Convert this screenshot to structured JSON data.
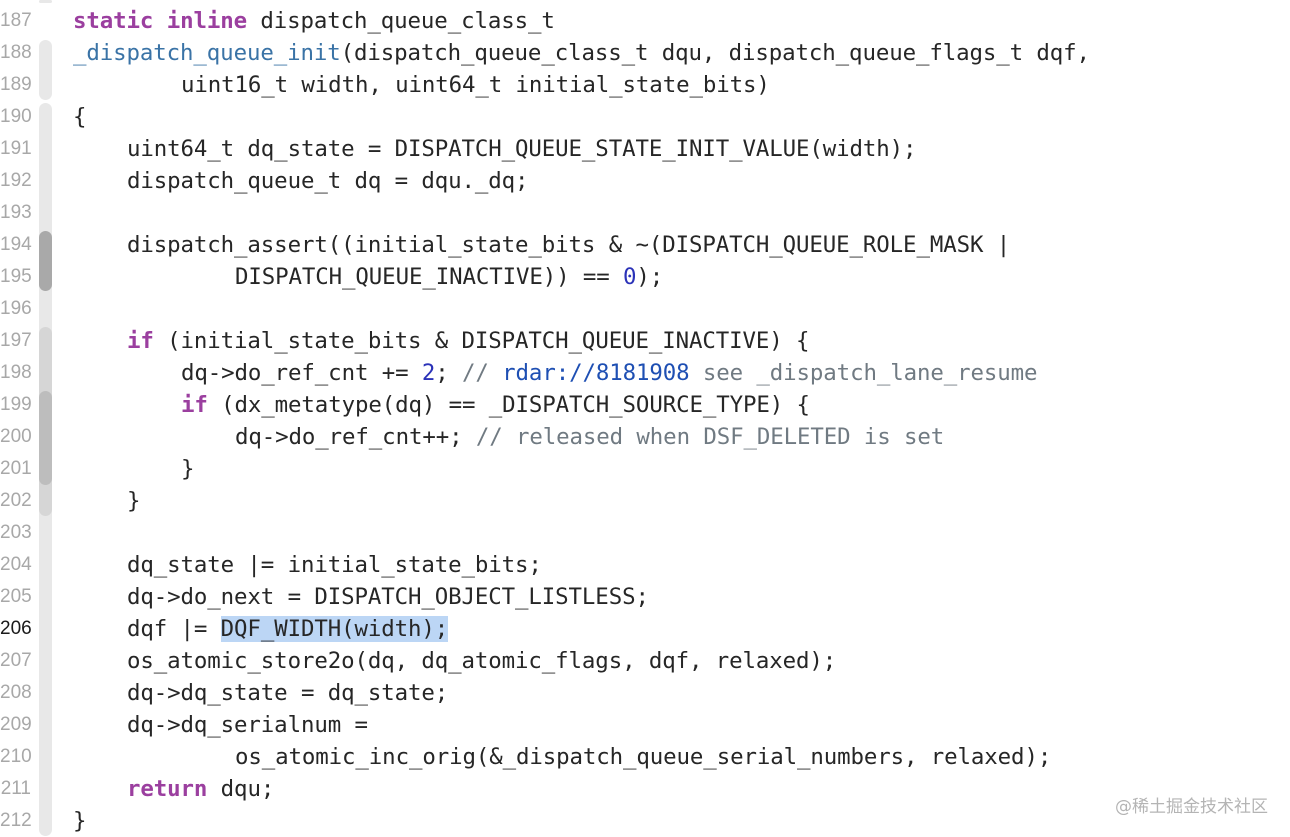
{
  "editor": {
    "current_line": 206,
    "selection": "DQF_WIDTH(width);",
    "colors": {
      "keyword": "#9b3f9f",
      "function": "#3a73a6",
      "number": "#2b32b8",
      "comment": "#707a82",
      "link": "#1e4fb3",
      "selection": "#bcd6f5",
      "text": "#262626",
      "line_number": "#a8a8a8"
    },
    "lines": [
      {
        "n": "187",
        "indent": 0,
        "tokens": [
          {
            "t": "static",
            "c": "kw"
          },
          {
            "t": " "
          },
          {
            "t": "inline",
            "c": "kw"
          },
          {
            "t": " dispatch_queue_class_t"
          }
        ]
      },
      {
        "n": "188",
        "indent": 0,
        "tokens": [
          {
            "t": "_dispatch_queue_init",
            "c": "fn"
          },
          {
            "t": "(dispatch_queue_class_t dqu, dispatch_queue_flags_t dqf,"
          }
        ]
      },
      {
        "n": "189",
        "indent": 8,
        "tokens": [
          {
            "t": "uint16_t width, uint64_t initial_state_bits)"
          }
        ]
      },
      {
        "n": "190",
        "indent": 0,
        "tokens": [
          {
            "t": "{"
          }
        ]
      },
      {
        "n": "191",
        "indent": 4,
        "tokens": [
          {
            "t": "uint64_t dq_state = DISPATCH_QUEUE_STATE_INIT_VALUE(width);"
          }
        ]
      },
      {
        "n": "192",
        "indent": 4,
        "tokens": [
          {
            "t": "dispatch_queue_t dq = dqu._dq;"
          }
        ]
      },
      {
        "n": "193",
        "indent": 0,
        "tokens": []
      },
      {
        "n": "194",
        "indent": 4,
        "tokens": [
          {
            "t": "dispatch_assert((initial_state_bits & ~(DISPATCH_QUEUE_ROLE_MASK |"
          }
        ]
      },
      {
        "n": "195",
        "indent": 12,
        "tokens": [
          {
            "t": "DISPATCH_QUEUE_INACTIVE)) == "
          },
          {
            "t": "0",
            "c": "num"
          },
          {
            "t": ");"
          }
        ]
      },
      {
        "n": "196",
        "indent": 0,
        "tokens": []
      },
      {
        "n": "197",
        "indent": 4,
        "tokens": [
          {
            "t": "if",
            "c": "kw"
          },
          {
            "t": " (initial_state_bits & DISPATCH_QUEUE_INACTIVE) {"
          }
        ]
      },
      {
        "n": "198",
        "indent": 8,
        "tokens": [
          {
            "t": "dq->do_ref_cnt += "
          },
          {
            "t": "2",
            "c": "num"
          },
          {
            "t": "; "
          },
          {
            "t": "// ",
            "c": "cm"
          },
          {
            "t": "rdar://8181908",
            "c": "link"
          },
          {
            "t": " see _dispatch_lane_resume",
            "c": "cm"
          }
        ]
      },
      {
        "n": "199",
        "indent": 8,
        "tokens": [
          {
            "t": "if",
            "c": "kw"
          },
          {
            "t": " (dx_metatype(dq) == _DISPATCH_SOURCE_TYPE) {"
          }
        ]
      },
      {
        "n": "200",
        "indent": 12,
        "tokens": [
          {
            "t": "dq->do_ref_cnt++; "
          },
          {
            "t": "// released when DSF_DELETED is set",
            "c": "cm"
          }
        ]
      },
      {
        "n": "201",
        "indent": 8,
        "tokens": [
          {
            "t": "}"
          }
        ]
      },
      {
        "n": "202",
        "indent": 4,
        "tokens": [
          {
            "t": "}"
          }
        ]
      },
      {
        "n": "203",
        "indent": 0,
        "tokens": []
      },
      {
        "n": "204",
        "indent": 4,
        "tokens": [
          {
            "t": "dq_state |= initial_state_bits;"
          }
        ]
      },
      {
        "n": "205",
        "indent": 4,
        "tokens": [
          {
            "t": "dq->do_next = DISPATCH_OBJECT_LISTLESS;"
          }
        ]
      },
      {
        "n": "206",
        "indent": 4,
        "tokens": [
          {
            "t": "dqf |= "
          },
          {
            "t": "DQF_WIDTH(width);",
            "c": "sel"
          }
        ]
      },
      {
        "n": "207",
        "indent": 4,
        "tokens": [
          {
            "t": "os_atomic_store2o(dq, dq_atomic_flags, dqf, relaxed);"
          }
        ]
      },
      {
        "n": "208",
        "indent": 4,
        "tokens": [
          {
            "t": "dq->dq_state = dq_state;"
          }
        ]
      },
      {
        "n": "209",
        "indent": 4,
        "tokens": [
          {
            "t": "dq->dq_serialnum ="
          }
        ]
      },
      {
        "n": "210",
        "indent": 12,
        "tokens": [
          {
            "t": "os_atomic_inc_orig(&_dispatch_queue_serial_numbers, relaxed);"
          }
        ]
      },
      {
        "n": "211",
        "indent": 4,
        "tokens": [
          {
            "t": "return",
            "c": "kw"
          },
          {
            "t": " dqu;"
          }
        ]
      },
      {
        "n": "212",
        "indent": 0,
        "tokens": [
          {
            "t": "}"
          }
        ]
      }
    ]
  },
  "watermark": "@稀土掘金技术社区"
}
